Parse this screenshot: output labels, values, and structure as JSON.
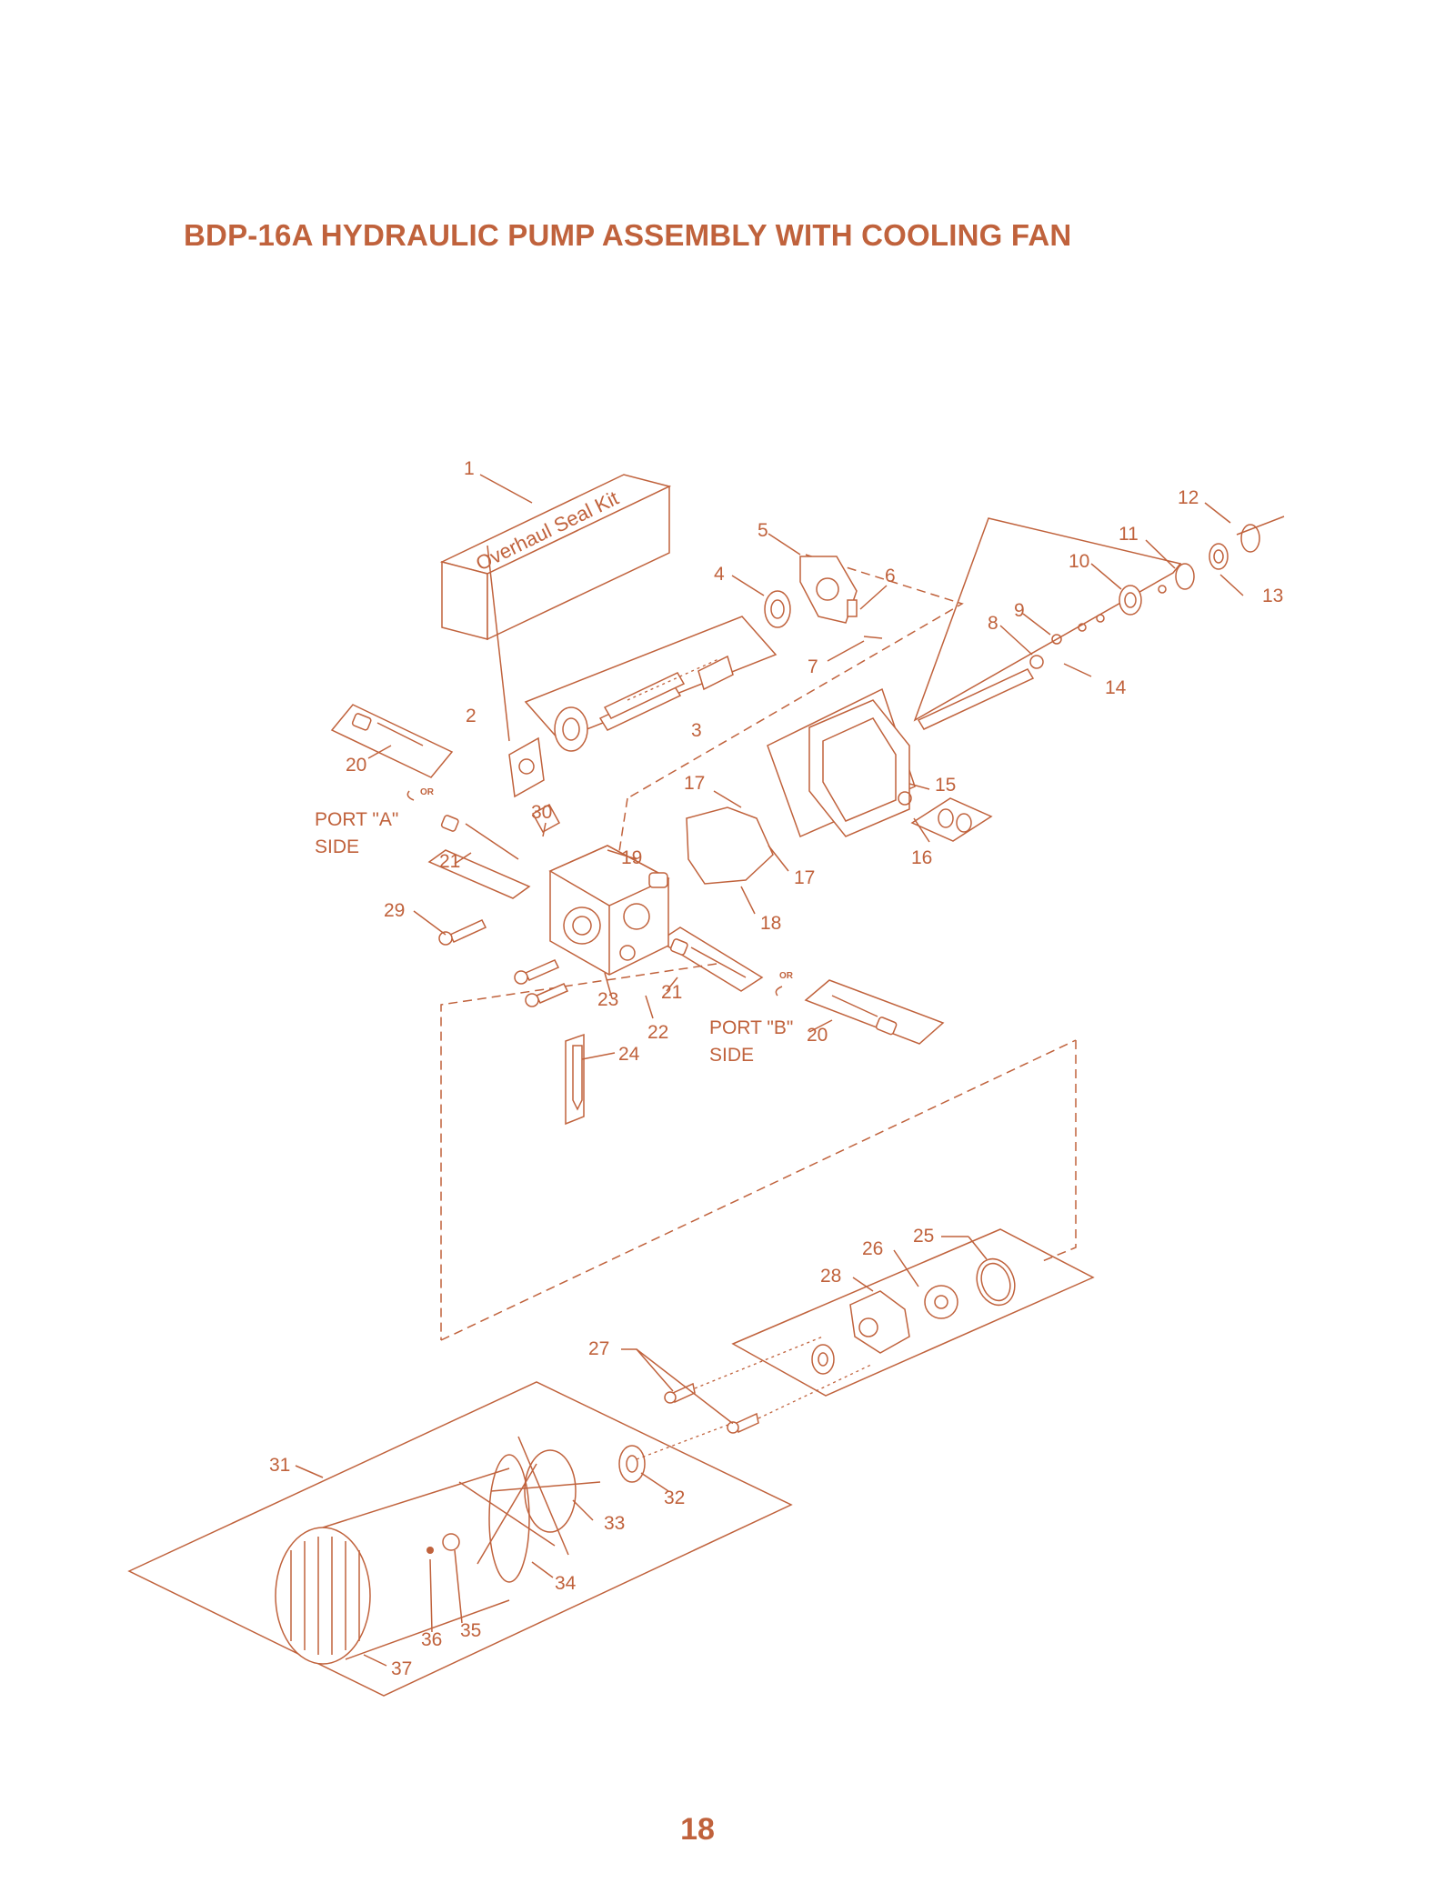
{
  "title": "BDP-16A HYDRAULIC PUMP ASSEMBLY WITH COOLING FAN",
  "page_number": "18",
  "kit_label": "Overhaul Seal Kit",
  "notes": {
    "port_a_line1": "PORT \"A\"",
    "port_a_line2": "SIDE",
    "port_b_line1": "PORT \"B\"",
    "port_b_line2": "SIDE",
    "or_a": "OR",
    "or_b": "OR"
  },
  "callouts": [
    "1",
    "2",
    "3",
    "4",
    "5",
    "6",
    "7",
    "8",
    "9",
    "10",
    "11",
    "12",
    "13",
    "14",
    "15",
    "16",
    "17",
    "17",
    "18",
    "19",
    "20",
    "20",
    "21",
    "21",
    "22",
    "23",
    "24",
    "25",
    "26",
    "27",
    "28",
    "29",
    "30",
    "31",
    "32",
    "33",
    "34",
    "35",
    "36",
    "37"
  ],
  "colors": {
    "accent": "#c0623c",
    "background": "#ffffff"
  }
}
